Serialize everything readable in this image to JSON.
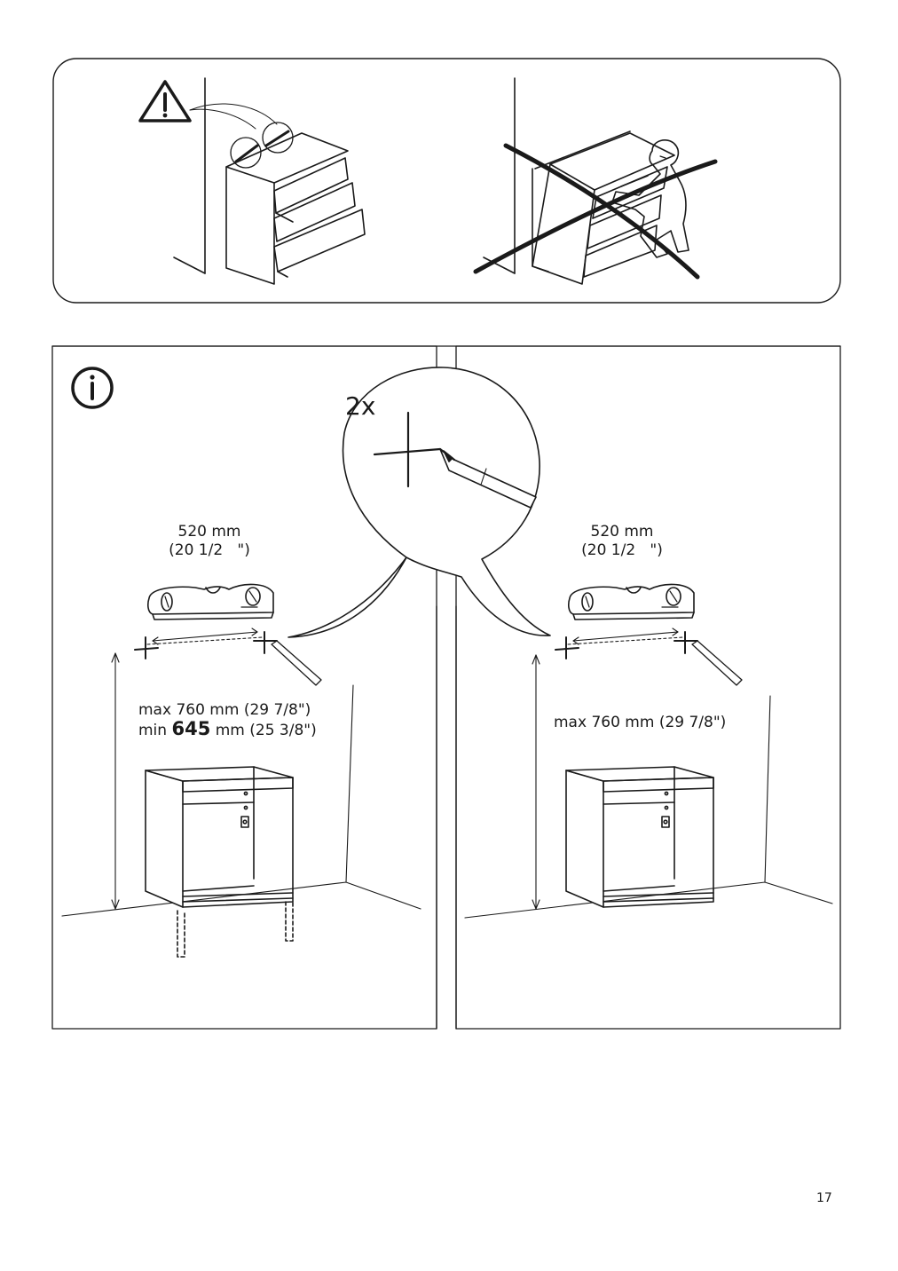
{
  "warning_panel": {
    "icons": [
      "warning-triangle-icon",
      "prohibited-cross-icon"
    ]
  },
  "info_panel": {
    "icon": "info-circle-icon",
    "zoom": {
      "multiplier": "2x"
    },
    "left": {
      "width_mm": "520 mm",
      "width_in": "(20 1/2   \")",
      "height_max": "max 760 mm (29 7/8\")",
      "height_min_prefix": "min ",
      "height_min_value": "645",
      "height_min_suffix": " mm (25 3/8\")"
    },
    "right": {
      "width_mm": "520 mm",
      "width_in": "(20 1/2   \")",
      "height_max": "max 760 mm (29 7/8\")"
    }
  },
  "page_number": "17"
}
